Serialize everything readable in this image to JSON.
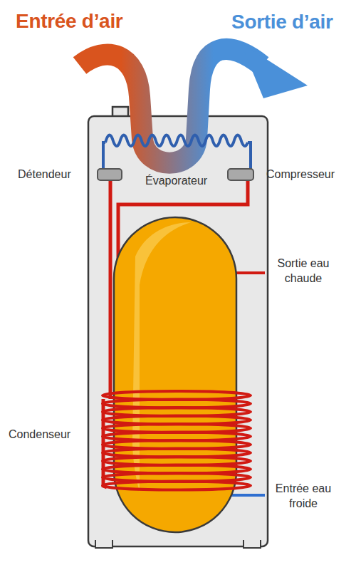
{
  "diagram": {
    "labels": [
      "Entrée d’air",
      "Sortie d’air",
      "Détendeur",
      "Évaporateur",
      "Compresseur",
      "Sortie eau chaude",
      "Condenseur",
      "Entrée eau froide"
    ]
  }
}
